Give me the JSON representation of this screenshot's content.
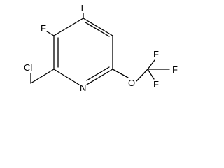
{
  "molecule": {
    "atoms": {
      "iodine": "I",
      "fluorine_ring": "F",
      "chlorine": "Cl",
      "nitrogen": "N",
      "oxygen": "O",
      "fluorine_top": "F",
      "fluorine_right": "F",
      "fluorine_bottom": "F"
    }
  }
}
